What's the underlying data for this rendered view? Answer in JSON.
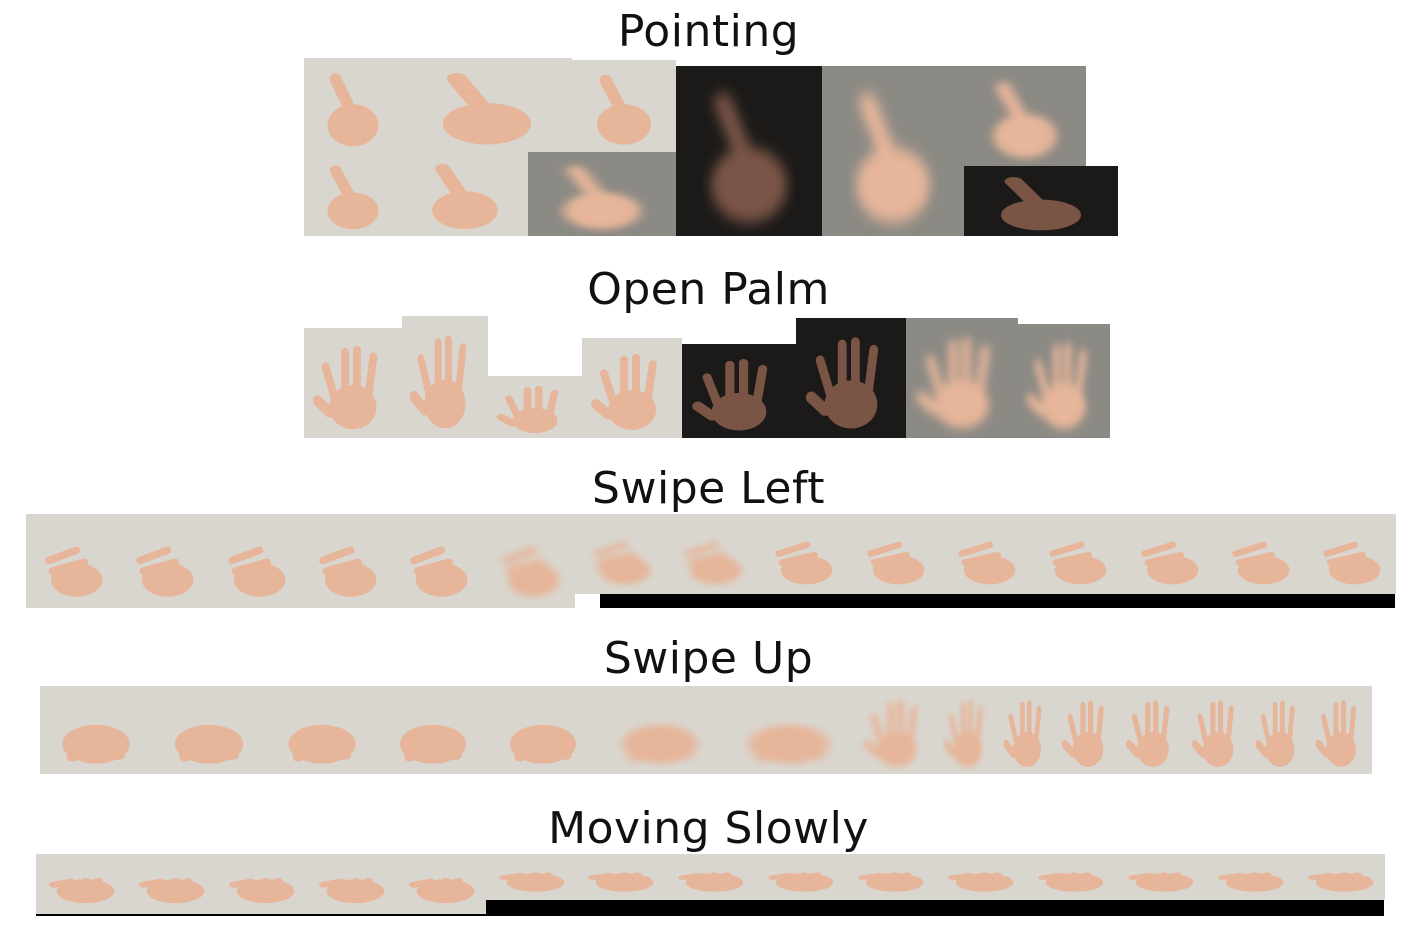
{
  "sections": [
    {
      "title": "Pointing",
      "gesture": "pointing-hand"
    },
    {
      "title": "Open Palm",
      "gesture": "open-palm-hand"
    },
    {
      "title": "Swipe Left",
      "gesture": "swipe-left-hand"
    },
    {
      "title": "Swipe Up",
      "gesture": "swipe-up-hand"
    },
    {
      "title": "Moving Slowly",
      "gesture": "moving-slowly-hand"
    }
  ],
  "palette": {
    "skin": "#e6b59a",
    "skin_dark": "#7a5546",
    "bg_light": "#d9d6cf",
    "bg_dark": "#1c1a18",
    "bg_mid": "#8c8a84"
  }
}
